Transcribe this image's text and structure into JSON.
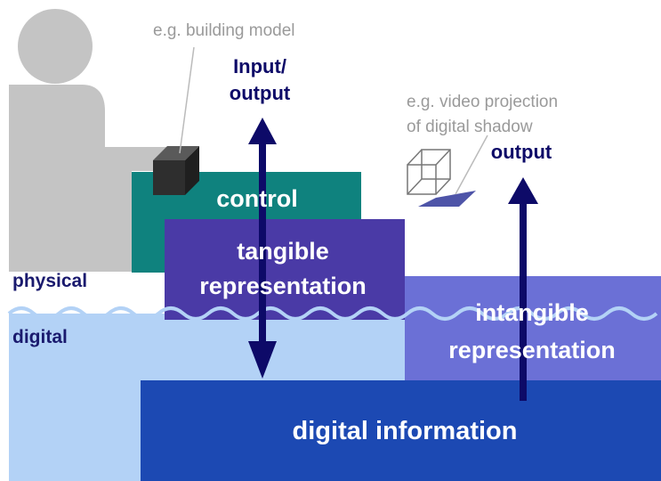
{
  "annotations": {
    "building_model_example": "e.g. building model",
    "video_projection_line1": "e.g. video projection",
    "video_projection_line2": "of digital shadow"
  },
  "arrows": {
    "io_label_line1": "Input/",
    "io_label_line2": "output",
    "output_label": "output"
  },
  "layers": {
    "physical": "physical",
    "digital": "digital"
  },
  "blocks": {
    "control": "control",
    "tangible_line1": "tangible",
    "tangible_line2": "representation",
    "intangible_line1": "intangible",
    "intangible_line2": "representation",
    "digital_information": "digital information"
  },
  "colors": {
    "person_gray": "#c4c4c4",
    "control_teal": "#0f827e",
    "tangible_purple": "#4a3aa6",
    "intangible_blue": "#6b70d6",
    "digital_light": "#b3d2f6",
    "digital_info_blue": "#1c49b3",
    "arrow_navy": "#0d0a68",
    "annotation_gray": "#9a9a9a",
    "layer_label_navy": "#1a1a6e"
  }
}
